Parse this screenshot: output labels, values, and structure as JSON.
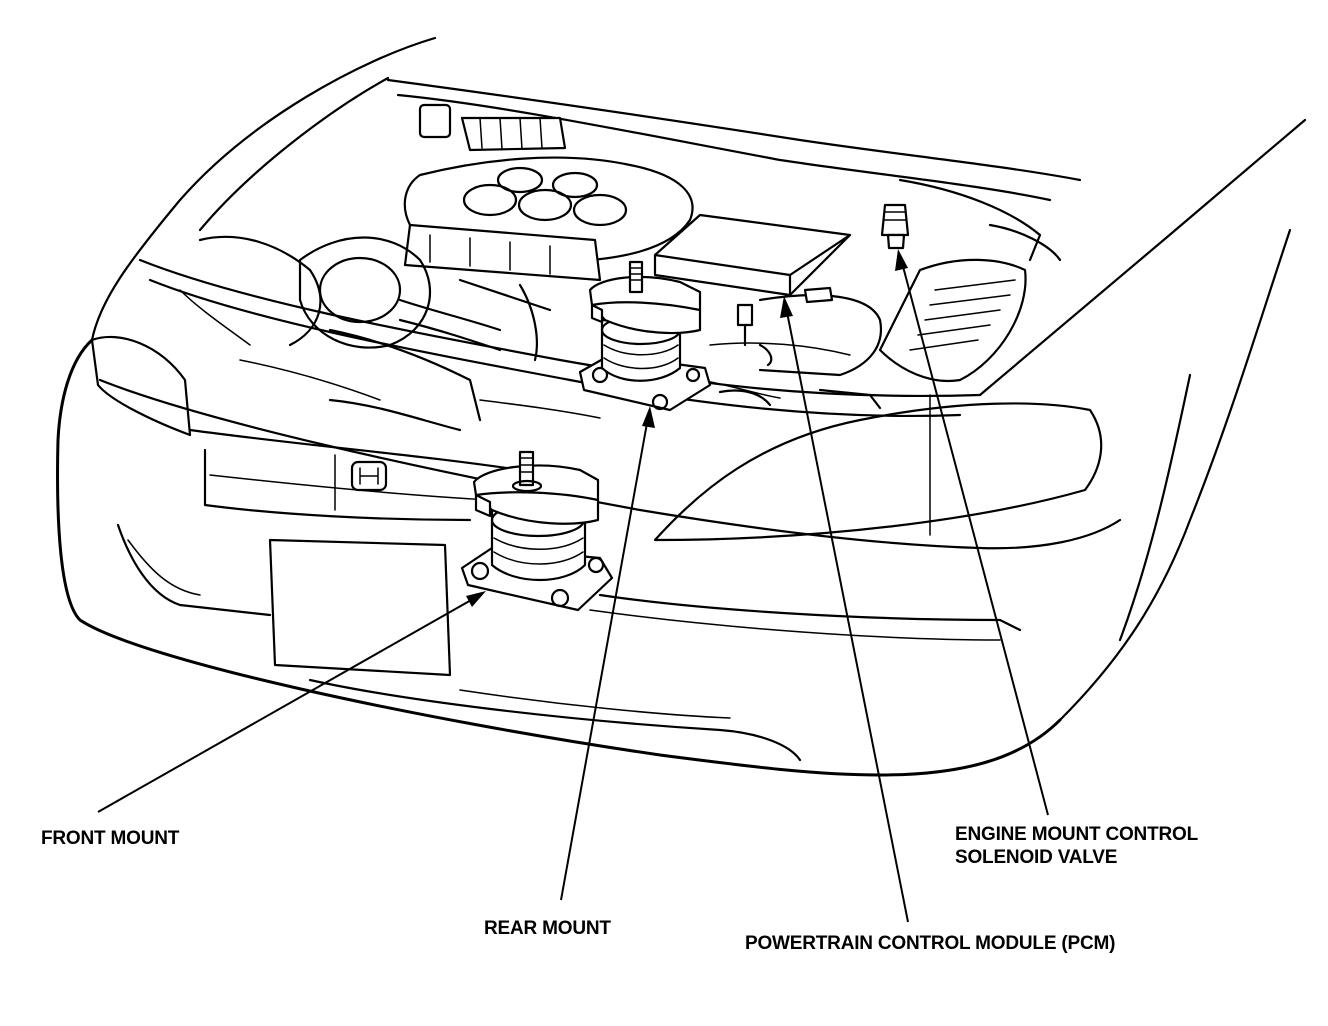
{
  "labels": {
    "front_mount": "FRONT MOUNT",
    "rear_mount": "REAR MOUNT",
    "pcm": "POWERTRAIN CONTROL MODULE (PCM)",
    "solenoid_line1": "ENGINE MOUNT CONTROL",
    "solenoid_line2": "SOLENOID VALVE"
  }
}
